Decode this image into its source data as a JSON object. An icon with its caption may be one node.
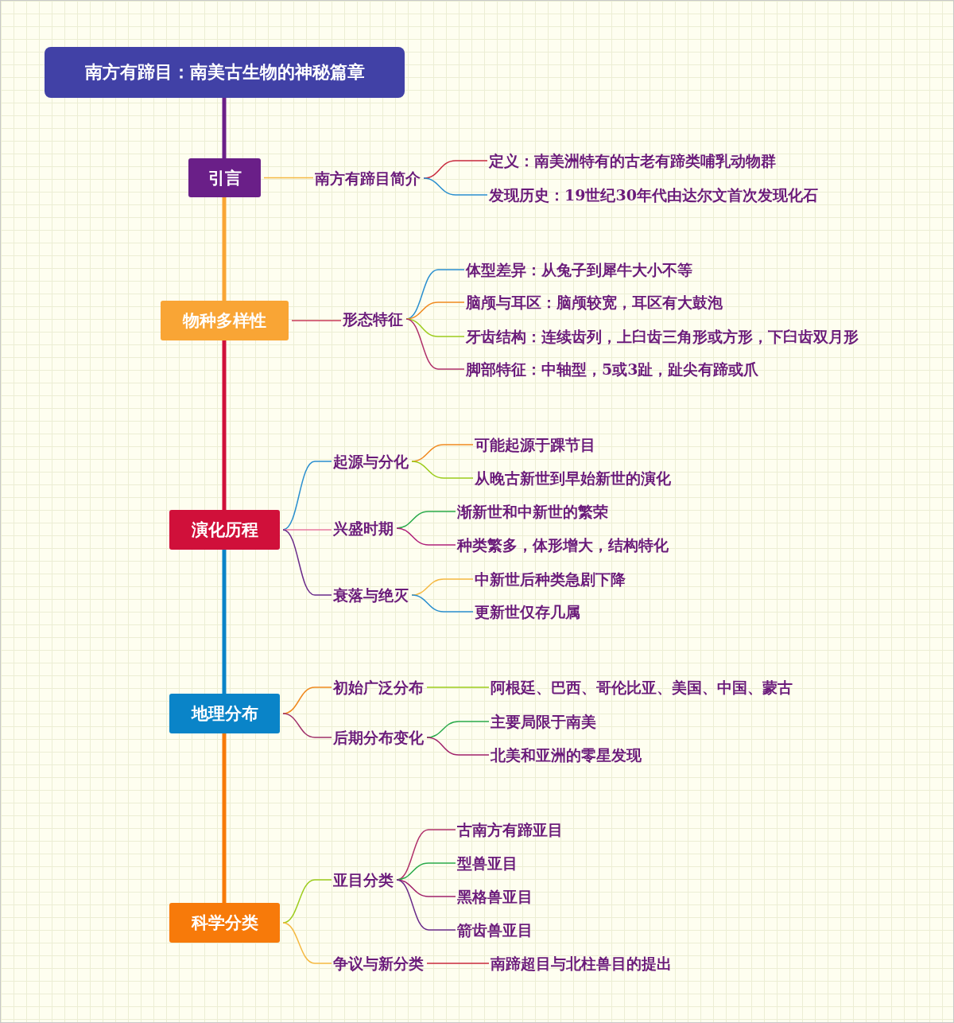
{
  "diagram": {
    "nodes": [
      {
        "text": [
          "南方有蹄目：南美古生物的神秘篇章"
        ]
      },
      {
        "text": [
          "引言"
        ]
      },
      {
        "text": [
          "南方有蹄目简介"
        ]
      },
      {
        "text": [
          "定义：南美洲特有的古老有蹄类哺乳动物群"
        ]
      },
      {
        "text": [
          "发现历史：19世纪30年代由达尔文首次发现化石"
        ]
      },
      {
        "text": [
          "物种多样性"
        ]
      },
      {
        "text": [
          "形态特征"
        ]
      },
      {
        "text": [
          "体型差异：从兔子到犀牛大小不等"
        ]
      },
      {
        "text": [
          "脑颅与耳区：脑颅较宽，耳区有大鼓泡"
        ]
      },
      {
        "text": [
          "牙齿结构：连续齿列，上臼齿三角形或方形，下臼齿双月形"
        ]
      },
      {
        "text": [
          "脚部特征：中轴型，5或3趾，趾尖有蹄或爪"
        ]
      },
      {
        "text": [
          "演化历程"
        ]
      },
      {
        "text": [
          "起源与分化"
        ]
      },
      {
        "text": [
          "可能起源于踝节目"
        ]
      },
      {
        "text": [
          "从晚古新世到早始新世的演化"
        ]
      },
      {
        "text": [
          "兴盛时期"
        ]
      },
      {
        "text": [
          "渐新世和中新世的繁荣"
        ]
      },
      {
        "text": [
          "种类繁多，体形增大，结构特化"
        ]
      },
      {
        "text": [
          "衰落与绝灭"
        ]
      },
      {
        "text": [
          "中新世后种类急剧下降"
        ]
      },
      {
        "text": [
          "更新世仅存几属"
        ]
      },
      {
        "text": [
          "地理分布"
        ]
      },
      {
        "text": [
          "初始广泛分布"
        ]
      },
      {
        "text": [
          "阿根廷、巴西、哥伦比亚、美国、中国、蒙古"
        ]
      },
      {
        "text": [
          "后期分布变化"
        ]
      },
      {
        "text": [
          "主要局限于南美"
        ]
      },
      {
        "text": [
          "北美和亚洲的零星发现"
        ]
      },
      {
        "text": [
          "科学分类"
        ]
      },
      {
        "text": [
          "亚目分类"
        ]
      },
      {
        "text": [
          "古南方有蹄亚目"
        ]
      },
      {
        "text": [
          "型兽亚目"
        ]
      },
      {
        "text": [
          "黑格兽亚目"
        ]
      },
      {
        "text": [
          "箭齿兽亚目"
        ]
      },
      {
        "text": [
          "争议与新分类"
        ]
      },
      {
        "text": [
          "南蹄超目与北柱兽目的提出"
        ]
      }
    ],
    "edges": [
      {
        "from": 0,
        "to": 1,
        "arrow": "none",
        "style": "thick",
        "color": "#6a1f88"
      },
      {
        "from": 1,
        "to": 5,
        "arrow": "none",
        "style": "thick",
        "color": "#f9a535"
      },
      {
        "from": 5,
        "to": 11,
        "arrow": "none",
        "style": "thick",
        "color": "#d0103a"
      },
      {
        "from": 11,
        "to": 21,
        "arrow": "none",
        "style": "thick",
        "color": "#0a84c8"
      },
      {
        "from": 21,
        "to": 27,
        "arrow": "none",
        "style": "thick",
        "color": "#f77a0a"
      },
      {
        "from": 1,
        "to": 2,
        "arrow": "none",
        "color": "#f5b942"
      },
      {
        "from": 2,
        "to": 3,
        "arrow": "none",
        "color": "#c8283c"
      },
      {
        "from": 2,
        "to": 4,
        "arrow": "none",
        "color": "#2a8fcf"
      },
      {
        "from": 5,
        "to": 6,
        "arrow": "none",
        "color": "#c83a5a"
      },
      {
        "from": 6,
        "to": 7,
        "arrow": "none",
        "color": "#2a8fcf"
      },
      {
        "from": 6,
        "to": 8,
        "arrow": "none",
        "color": "#f08a20"
      },
      {
        "from": 6,
        "to": 9,
        "arrow": "none",
        "color": "#9ccc1c"
      },
      {
        "from": 6,
        "to": 10,
        "arrow": "none",
        "color": "#b0306a"
      },
      {
        "from": 11,
        "to": 12,
        "arrow": "none",
        "color": "#2a8fcf"
      },
      {
        "from": 12,
        "to": 13,
        "arrow": "none",
        "color": "#f08a20"
      },
      {
        "from": 12,
        "to": 14,
        "arrow": "none",
        "color": "#9ccc1c"
      },
      {
        "from": 11,
        "to": 15,
        "arrow": "none",
        "color": "#e87aa0"
      },
      {
        "from": 15,
        "to": 16,
        "arrow": "none",
        "color": "#2aaa4a"
      },
      {
        "from": 15,
        "to": 17,
        "arrow": "none",
        "color": "#b0207a"
      },
      {
        "from": 11,
        "to": 18,
        "arrow": "none",
        "color": "#6a2a8a"
      },
      {
        "from": 18,
        "to": 19,
        "arrow": "none",
        "color": "#f5b942"
      },
      {
        "from": 18,
        "to": 20,
        "arrow": "none",
        "color": "#2a8fcf"
      },
      {
        "from": 21,
        "to": 22,
        "arrow": "none",
        "color": "#f08a20"
      },
      {
        "from": 22,
        "to": 23,
        "arrow": "none",
        "color": "#9ccc1c"
      },
      {
        "from": 21,
        "to": 24,
        "arrow": "none",
        "color": "#a0306a"
      },
      {
        "from": 24,
        "to": 25,
        "arrow": "none",
        "color": "#2aaa4a"
      },
      {
        "from": 24,
        "to": 26,
        "arrow": "none",
        "color": "#a0206a"
      },
      {
        "from": 27,
        "to": 28,
        "arrow": "none",
        "color": "#9ccc1c"
      },
      {
        "from": 28,
        "to": 29,
        "arrow": "none",
        "color": "#b0306a"
      },
      {
        "from": 28,
        "to": 30,
        "arrow": "none",
        "color": "#2aaa4a"
      },
      {
        "from": 28,
        "to": 31,
        "arrow": "none",
        "color": "#a0206a"
      },
      {
        "from": 28,
        "to": 32,
        "arrow": "none",
        "color": "#6a2a8a"
      },
      {
        "from": 27,
        "to": 33,
        "arrow": "none",
        "color": "#f5b942"
      },
      {
        "from": 33,
        "to": 34,
        "arrow": "none",
        "color": "#c8283c"
      }
    ]
  }
}
